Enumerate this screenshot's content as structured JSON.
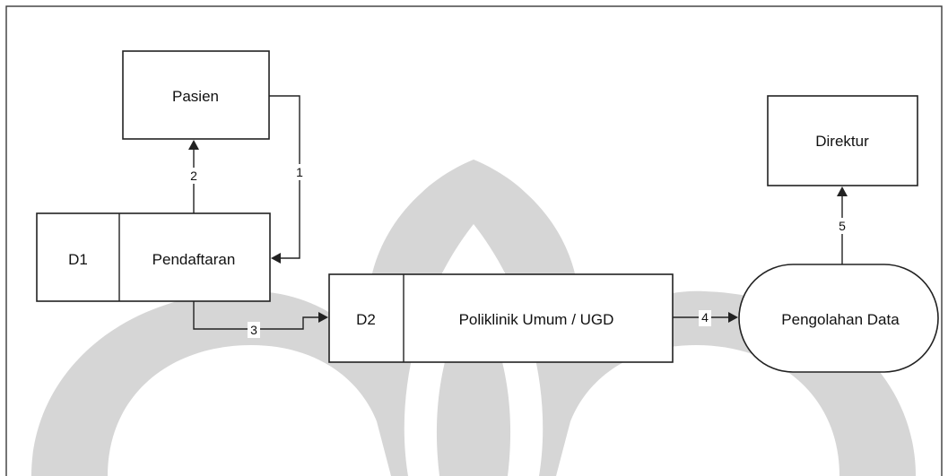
{
  "entities": {
    "pasien": "Pasien",
    "direktur": "Direktur"
  },
  "stores": {
    "d1": {
      "id": "D1",
      "name": "Pendaftaran"
    },
    "d2": {
      "id": "D2",
      "name": "Poliklinik Umum / UGD"
    }
  },
  "process": {
    "name": "Pengolahan Data"
  },
  "flows": [
    "1",
    "2",
    "3",
    "4",
    "5"
  ],
  "colors": {
    "stroke": "#222222",
    "watermark": "#d6d6d6",
    "background": "#ffffff"
  }
}
